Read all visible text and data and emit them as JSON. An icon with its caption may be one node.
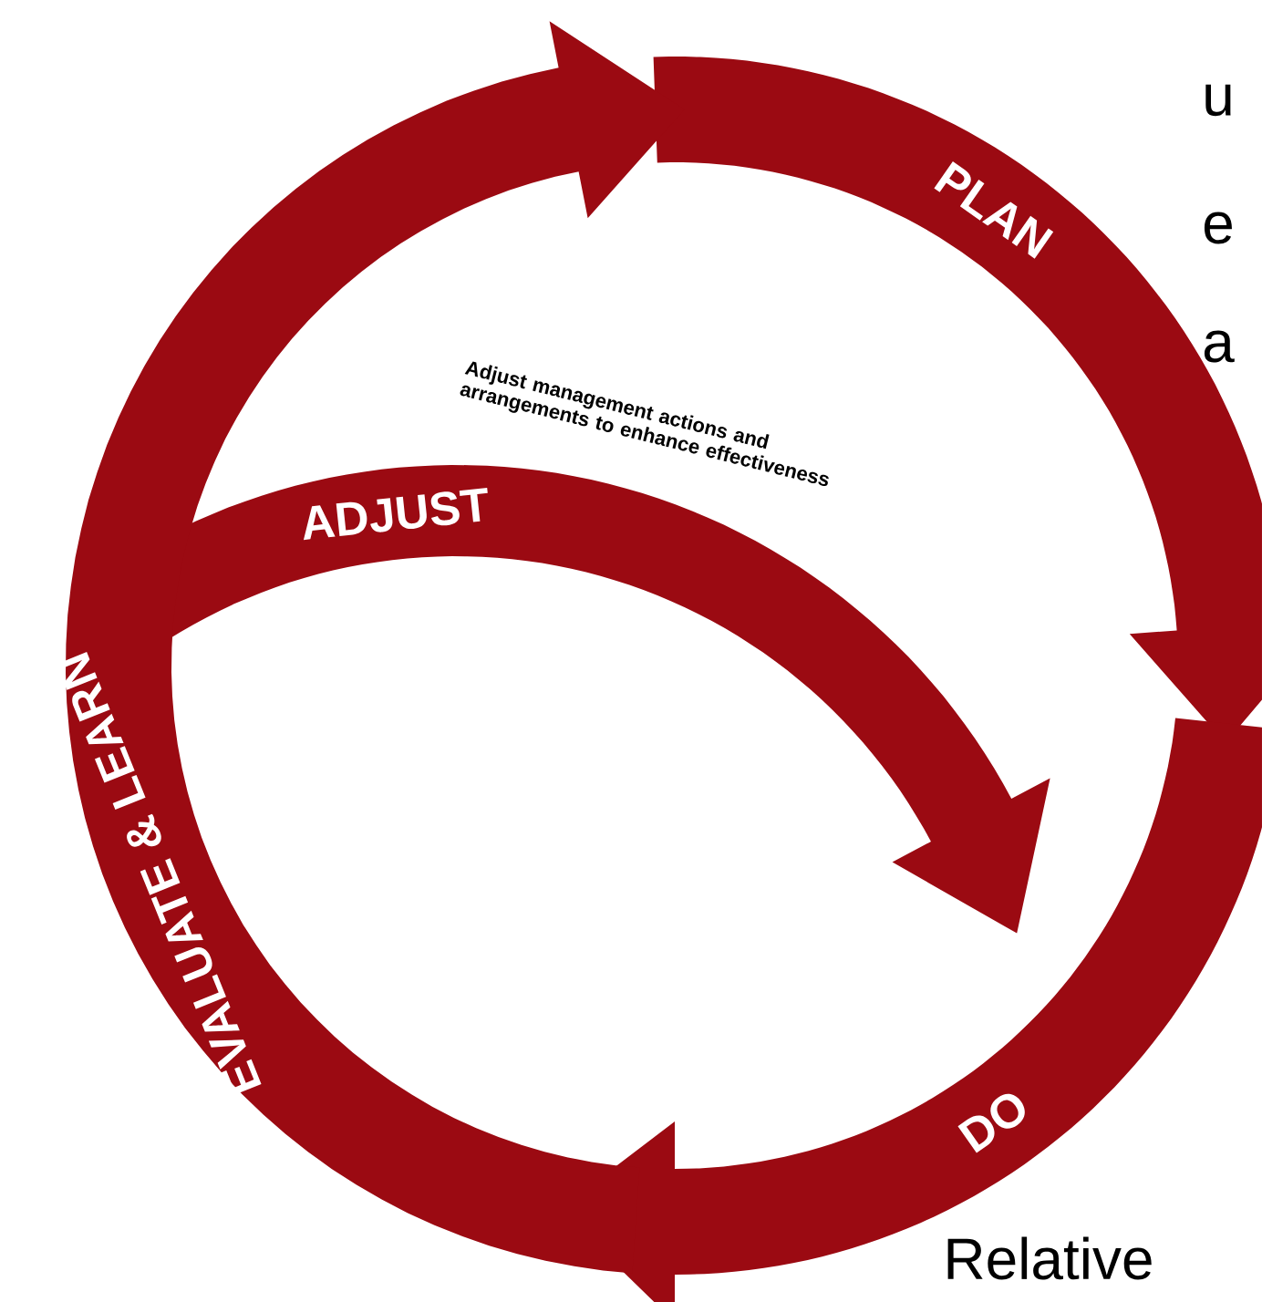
{
  "diagram": {
    "nodes": [
      {
        "text": [
          "PLAN"
        ]
      },
      {
        "text": [
          "DO"
        ]
      },
      {
        "text": [
          "EVALUATE & LEARN"
        ]
      },
      {
        "text": [
          "ADJUST"
        ],
        "beside": [
          "Adjust management actions and arrangements to enhance effectiveness"
        ]
      }
    ],
    "labels": [
      "u",
      "e",
      "a",
      "Relative"
    ]
  }
}
